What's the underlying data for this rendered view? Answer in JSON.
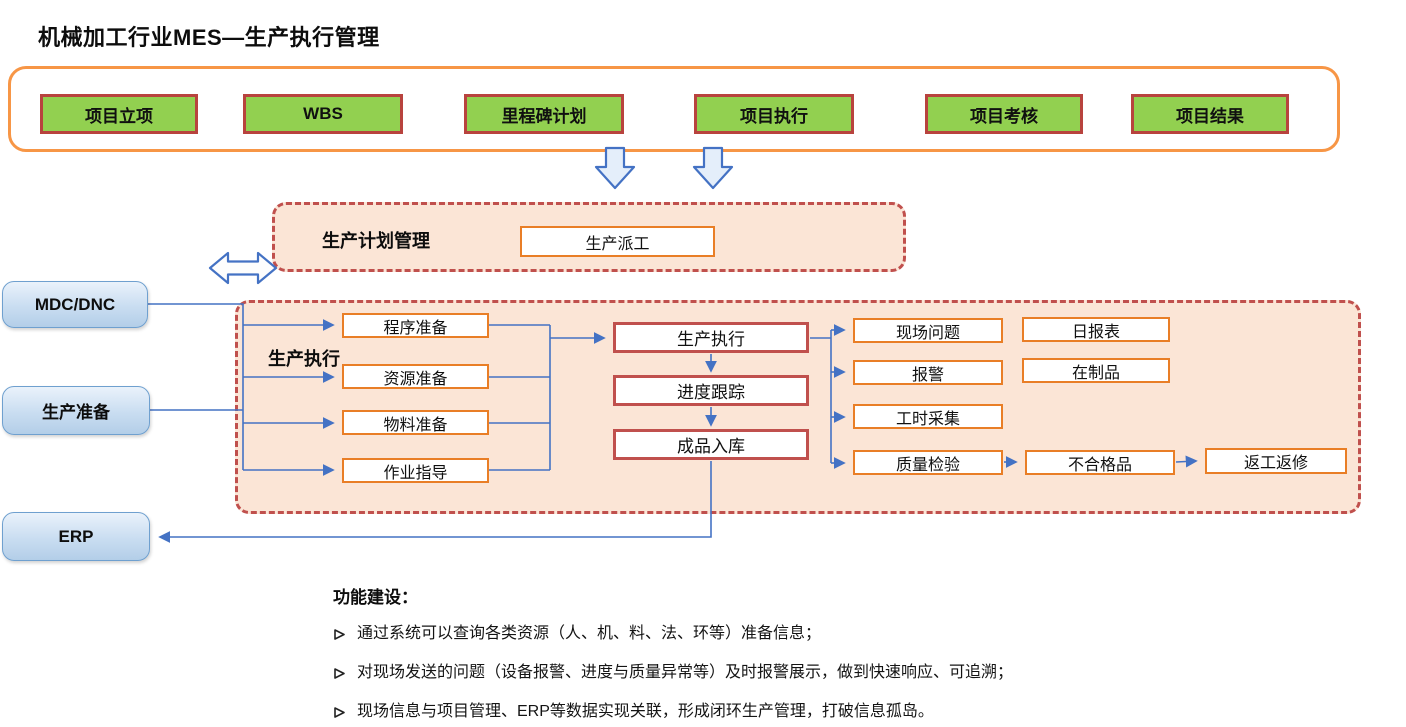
{
  "title": "机械加工行业MES—生产执行管理",
  "project_bar": {
    "items": [
      "项目立项",
      "WBS",
      "里程碑计划",
      "项目执行",
      "项目考核",
      "项目结果"
    ]
  },
  "plan_section": {
    "label": "生产计划管理",
    "dispatch_box": "生产派工"
  },
  "external_nodes": {
    "mdc_dnc": "MDC/DNC",
    "production_prep": "生产准备",
    "erp": "ERP"
  },
  "execution_section": {
    "label": "生产执行",
    "prep_boxes": [
      "程序准备",
      "资源准备",
      "物料准备",
      "作业指导"
    ],
    "core_boxes": [
      "生产执行",
      "进度跟踪",
      "成品入库"
    ],
    "monitor_boxes": [
      "现场问题",
      "报警",
      "工时采集",
      "质量检验"
    ],
    "report_boxes": [
      "日报表",
      "在制品"
    ],
    "quality_chain": [
      "不合格品",
      "返工返修"
    ]
  },
  "notes": {
    "heading": "功能建设：",
    "bullets": [
      "通过系统可以查询各类资源（人、机、料、法、环等）准备信息；",
      "对现场发送的问题（设备报警、进度与质量异常等）及时报警展示，做到快速响应、可追溯；",
      "现场信息与项目管理、ERP等数据实现关联，形成闭环生产管理，打破信息孤岛。"
    ]
  },
  "colors": {
    "green_box_fill": "#92D050",
    "dark_red_border": "#C0504D",
    "orange_box_border": "#E97E26",
    "outer_frame_orange": "#F79646",
    "peach_background": "#FBE5D6",
    "connector_blue": "#4472C4",
    "node_blue_fill": "#BDD7EE"
  }
}
